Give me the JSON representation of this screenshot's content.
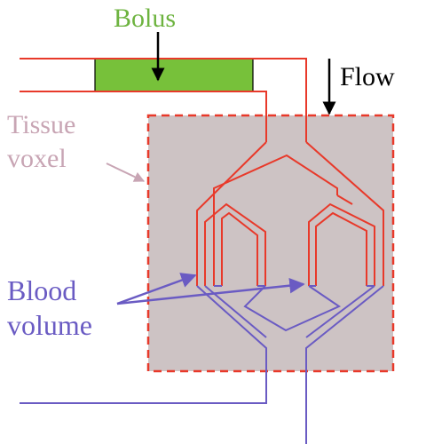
{
  "labels": {
    "bolus": "Bolus",
    "flow": "Flow",
    "tissue_line1": "Tissue",
    "tissue_line2": "voxel",
    "blood_line1": "Blood",
    "blood_line2": "volume"
  },
  "colors": {
    "artery": "#e8392a",
    "vein": "#6a5bc3",
    "bolus_fill": "#77c13a",
    "bolus_label": "#6db33f",
    "voxel_fill": "#cdc3c4",
    "voxel_border": "#e8392a",
    "tissue_label": "#c8a5b4",
    "blood_label": "#6a5bc3",
    "arrow": "#000000"
  }
}
